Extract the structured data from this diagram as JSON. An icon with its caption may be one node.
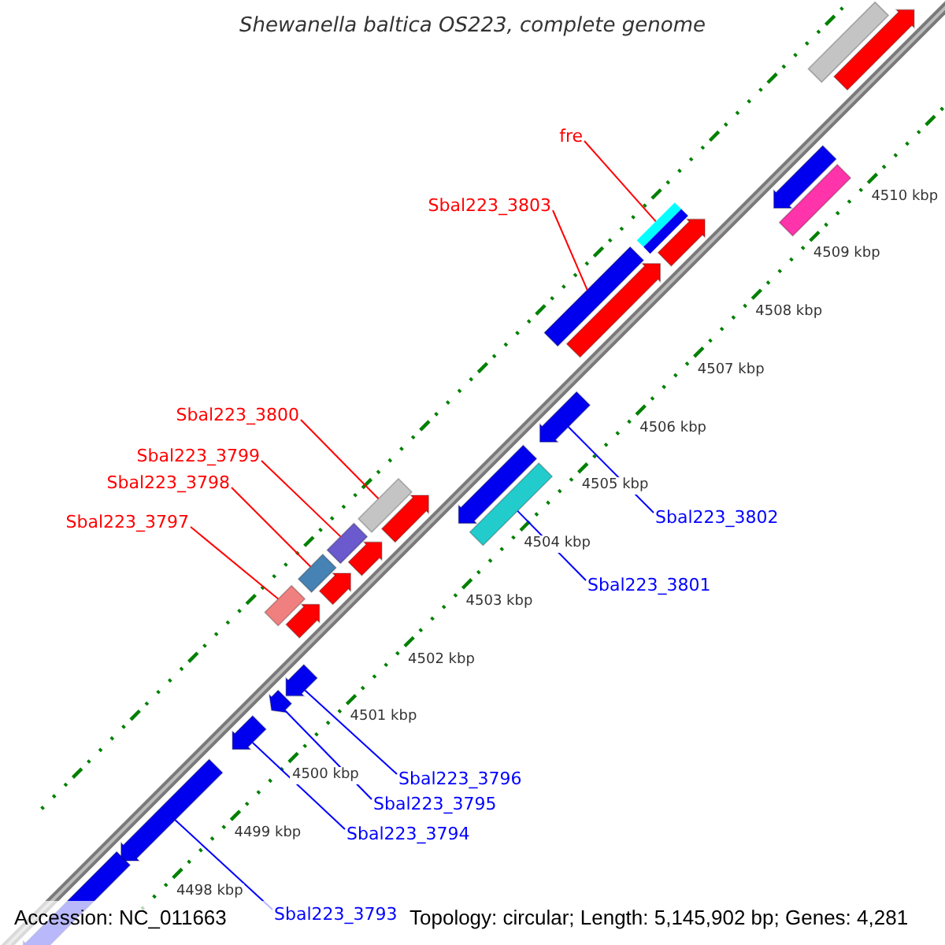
{
  "diagram": {
    "title": "Shewanella baltica OS223, complete genome",
    "nodes": [
      {
        "text": [],
        "shape": "bar"
      },
      {
        "text": [],
        "shape": "arrow"
      },
      {
        "text": [
          "fre"
        ]
      },
      {
        "text": [],
        "shape": "arrow"
      },
      {
        "text": [],
        "shape": "bar"
      },
      {
        "text": [
          "Sbal223_3803"
        ]
      },
      {
        "text": [],
        "shape": "bar"
      },
      {
        "text": [],
        "shape": "arrow"
      },
      {
        "text": [],
        "shape": "bar"
      },
      {
        "text": [],
        "shape": "arrow"
      },
      {
        "text": [],
        "shape": "arrow"
      },
      {
        "text": [
          "Sbal223_3800"
        ]
      },
      {
        "text": [
          "Sbal223_3799"
        ]
      },
      {
        "text": [],
        "shape": "bar"
      },
      {
        "text": [],
        "shape": "arrow"
      },
      {
        "text": [
          "Sbal223_3798"
        ]
      },
      {
        "text": [],
        "shape": "arrow"
      },
      {
        "text": [
          "Sbal223_3802"
        ]
      },
      {
        "text": [],
        "shape": "bar"
      },
      {
        "text": [],
        "shape": "bar"
      },
      {
        "text": [
          "Sbal223_3797"
        ]
      },
      {
        "text": [],
        "shape": "bar"
      },
      {
        "text": [],
        "shape": "arrow"
      },
      {
        "text": [],
        "shape": "arrow"
      },
      {
        "text": [],
        "shape": "bar"
      },
      {
        "text": [],
        "shape": "arrow"
      },
      {
        "text": [
          "Sbal223_3801"
        ]
      },
      {
        "text": [],
        "shape": "arrow"
      },
      {
        "text": [],
        "shape": "arrow"
      },
      {
        "text": [],
        "shape": "arrow"
      },
      {
        "text": [
          "Sbal223_3796"
        ]
      },
      {
        "text": [
          "Sbal223_3795"
        ]
      },
      {
        "text": [],
        "shape": "arrow"
      },
      {
        "text": [
          "Sbal223_3794"
        ]
      },
      {
        "text": [],
        "shape": "arrow"
      },
      {
        "text": [
          "Sbal223_3793"
        ]
      }
    ],
    "edges": [
      {
        "from": 2,
        "to": 6,
        "arrow": "none",
        "color": "#ff0000"
      },
      {
        "from": 5,
        "to": 8,
        "arrow": "none",
        "color": "#ff0000"
      },
      {
        "from": 11,
        "to": 13,
        "arrow": "none",
        "color": "#ff0000"
      },
      {
        "from": 12,
        "to": 18,
        "arrow": "none",
        "color": "#ff0000"
      },
      {
        "from": 15,
        "to": 21,
        "arrow": "none",
        "color": "#ff0000"
      },
      {
        "from": 20,
        "to": 24,
        "arrow": "none",
        "color": "#ff0000"
      },
      {
        "from": 17,
        "to": 10,
        "arrow": "none",
        "color": "#0000ff"
      },
      {
        "from": 26,
        "to": 19,
        "arrow": "none",
        "color": "#0000ff"
      },
      {
        "from": 30,
        "to": 27,
        "arrow": "none",
        "color": "#0000ff"
      },
      {
        "from": 31,
        "to": 28,
        "arrow": "none",
        "color": "#0000ff"
      },
      {
        "from": 33,
        "to": 29,
        "arrow": "none",
        "color": "#0000ff"
      },
      {
        "from": 35,
        "to": 32,
        "arrow": "none",
        "color": "#0000ff"
      }
    ],
    "labels": [
      "4510 kbp",
      "4509 kbp",
      "4508 kbp",
      "4507 kbp",
      "4506 kbp",
      "4505 kbp",
      "4504 kbp",
      "4503 kbp",
      "4502 kbp",
      "4501 kbp",
      "4500 kbp",
      "4499 kbp",
      "4498 kbp",
      "Accession: NC_011663",
      "Topology: circular; Length: 5,145,902 bp; Genes: 4,281"
    ]
  }
}
